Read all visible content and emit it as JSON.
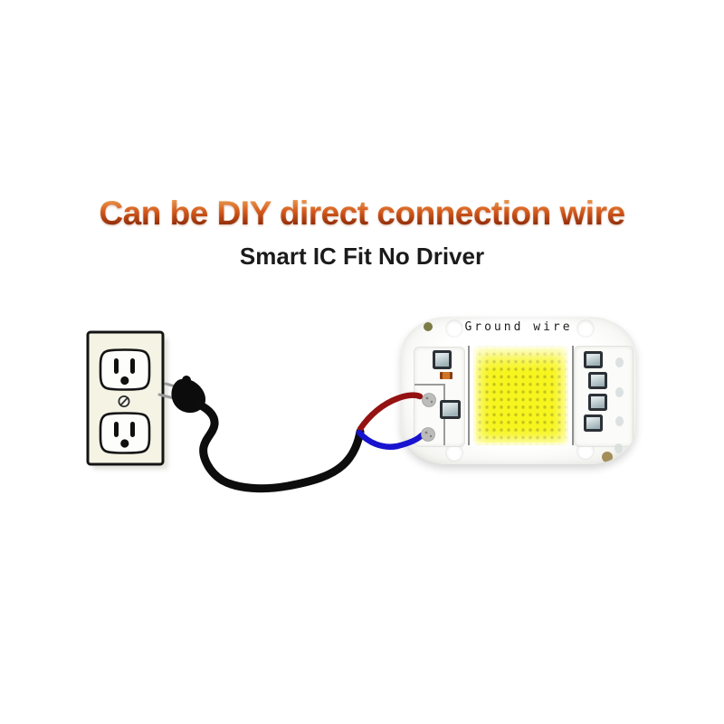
{
  "title": "Can be DIY direct connection wire",
  "subtitle": "Smart IC Fit No Driver",
  "led_module": {
    "top_label": "Ground wire"
  },
  "colors": {
    "title_top": "#eda85a",
    "title_mid": "#d55a1c",
    "title_bottom": "#7f2106",
    "subtitle": "#1b1b1b",
    "cable": "#0d0d0d",
    "wire_live": "#941212",
    "wire_neutral": "#1813cf",
    "led_yellow": "#f7f51e",
    "outlet_plate": "#f4f3e4"
  }
}
